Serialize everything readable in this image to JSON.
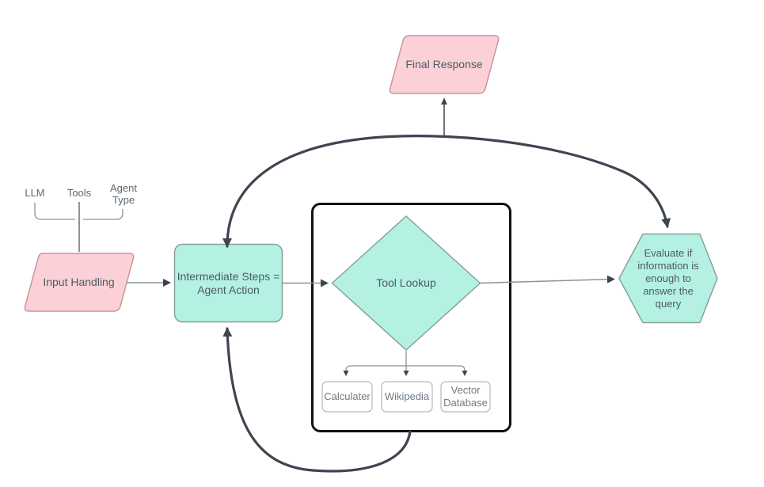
{
  "canvas": {
    "background": "#ffffff"
  },
  "colors": {
    "pink_fill": "#fbd1d7",
    "pink_stroke": "#c9969c",
    "teal_fill": "#b4f1e3",
    "teal_stroke": "#84a29c",
    "dark_connector": "#3e4551",
    "gray_connector": "#8c9399",
    "input_stem_gray": "#6a7178",
    "black_frame": "#111111",
    "tool_box_fill": "#ffffff",
    "tool_box_border": "#b9bcc0",
    "label_dark": "#4e5a65",
    "label_gray": "#6f7a84"
  },
  "nodes": {
    "final_response": {
      "label": "Final Response",
      "shape": "parallelogram"
    },
    "input_handling": {
      "label": "Input Handling",
      "shape": "parallelogram"
    },
    "intermediate_steps": {
      "label": "Intermediate Steps = Agent Action",
      "shape": "rounded-rectangle"
    },
    "tool_lookup": {
      "label": "Tool Lookup",
      "shape": "diamond"
    },
    "evaluate": {
      "label": "Evaluate if information is enough to answer the query",
      "shape": "hexagon"
    },
    "tools": [
      {
        "label": "Calculater"
      },
      {
        "label": "Wikipedia"
      },
      {
        "label": "Vector Database"
      }
    ],
    "inputs": [
      {
        "label": "LLM"
      },
      {
        "label": "Tools"
      },
      {
        "label": "Agent Type"
      }
    ]
  }
}
